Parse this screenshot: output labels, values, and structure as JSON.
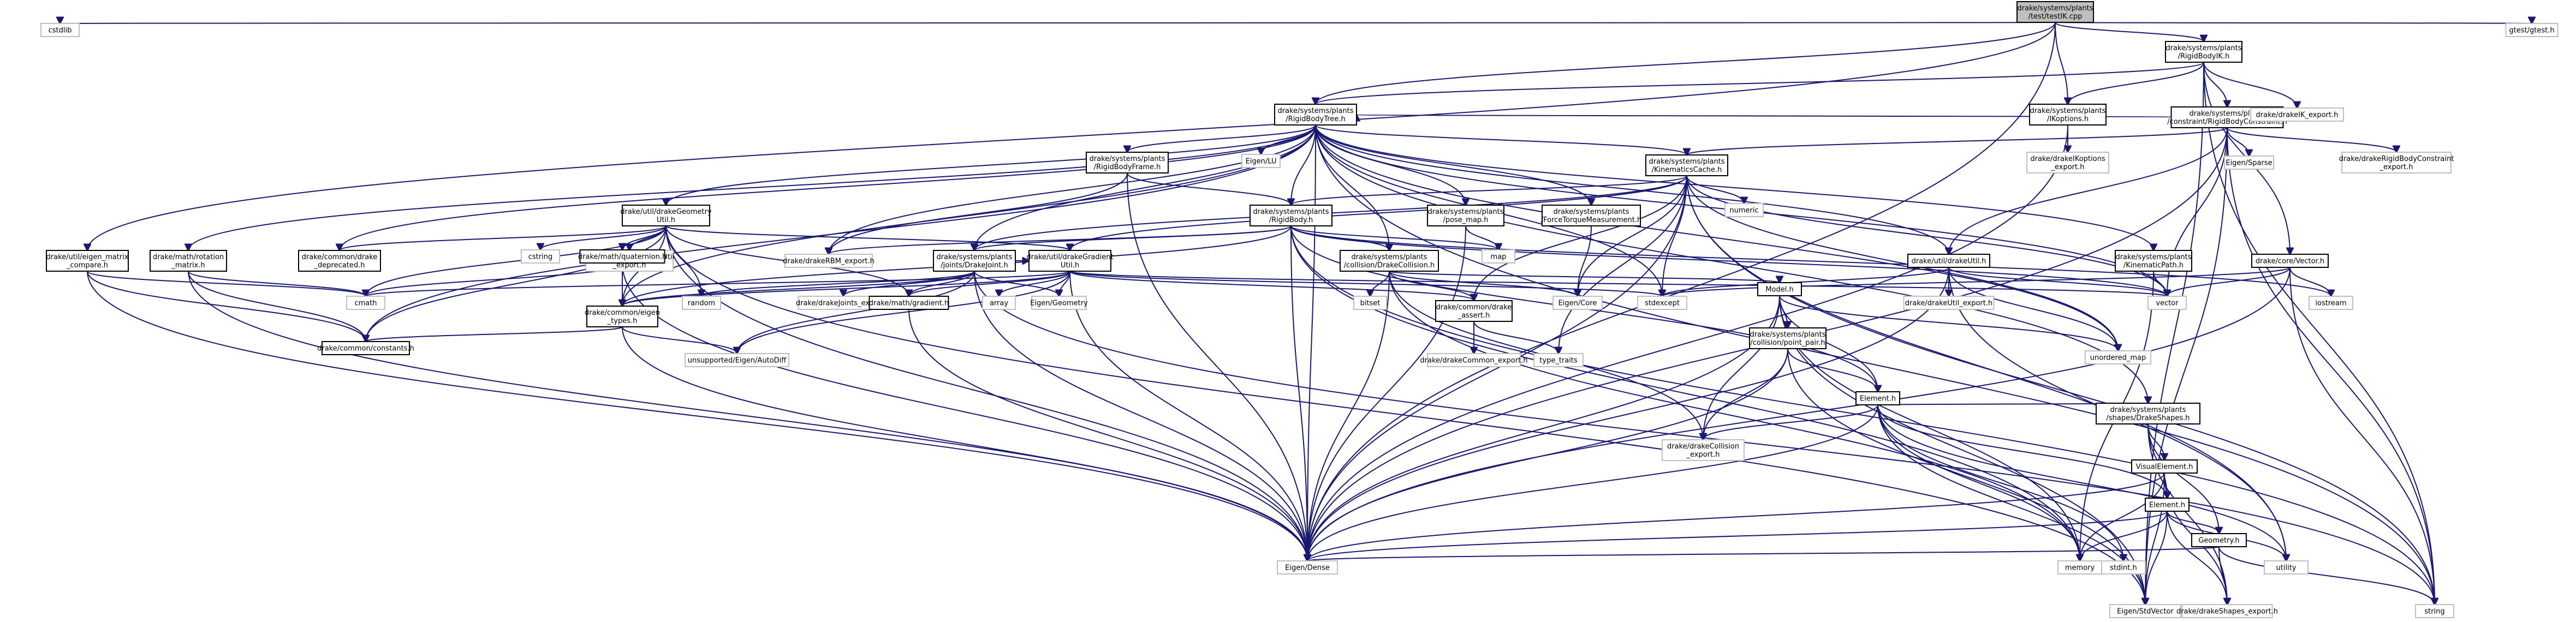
{
  "nodes": [
    {
      "id": "root",
      "lines": [
        "drake/systems/plants",
        "/test/testIK.cpp"
      ],
      "kind": "root"
    },
    {
      "id": "cstdlib",
      "lines": [
        "cstdlib"
      ],
      "kind": "external"
    },
    {
      "id": "gtest",
      "lines": [
        "gtest/gtest.h"
      ],
      "kind": "external"
    },
    {
      "id": "RigidBodyIK",
      "lines": [
        "drake/systems/plants",
        "/RigidBodyIK.h"
      ],
      "kind": "internal"
    },
    {
      "id": "RigidBodyTree",
      "lines": [
        "drake/systems/plants",
        "/RigidBodyTree.h"
      ],
      "kind": "internal"
    },
    {
      "id": "IKoptions",
      "lines": [
        "drake/systems/plants",
        "/IKoptions.h"
      ],
      "kind": "internal"
    },
    {
      "id": "RBC",
      "lines": [
        "drake/systems/plants",
        "/constraint/RigidBodyConstraint.h"
      ],
      "kind": "internal"
    },
    {
      "id": "drakeIK_export",
      "lines": [
        "drake/drakeIK_export.h"
      ],
      "kind": "external"
    },
    {
      "id": "eigen_matrix_compare",
      "lines": [
        "drake/util/eigen_matrix",
        "_compare.h"
      ],
      "kind": "internal"
    },
    {
      "id": "EigenLU",
      "lines": [
        "Eigen/LU"
      ],
      "kind": "external"
    },
    {
      "id": "RigidBodyFrame",
      "lines": [
        "drake/systems/plants",
        "/RigidBodyFrame.h"
      ],
      "kind": "internal"
    },
    {
      "id": "KinematicsCache",
      "lines": [
        "drake/systems/plants",
        "/KinematicsCache.h"
      ],
      "kind": "internal"
    },
    {
      "id": "drakeIKoptions_export",
      "lines": [
        "drake/drakeIKoptions",
        "_export.h"
      ],
      "kind": "external"
    },
    {
      "id": "EigenSparse",
      "lines": [
        "Eigen/Sparse"
      ],
      "kind": "external"
    },
    {
      "id": "drakeRBC_export",
      "lines": [
        "drake/drakeRigidBodyConstraint",
        "_export.h"
      ],
      "kind": "external"
    },
    {
      "id": "drakeGeometryUtil",
      "lines": [
        "drake/util/drakeGeometry",
        "Util.h"
      ],
      "kind": "internal"
    },
    {
      "id": "RigidBody",
      "lines": [
        "drake/systems/plants",
        "/RigidBody.h"
      ],
      "kind": "internal"
    },
    {
      "id": "pose_map",
      "lines": [
        "drake/systems/plants",
        "/pose_map.h"
      ],
      "kind": "internal"
    },
    {
      "id": "ForceTorque",
      "lines": [
        "drake/systems/plants",
        "/ForceTorqueMeasurement.h"
      ],
      "kind": "internal"
    },
    {
      "id": "numeric",
      "lines": [
        "numeric"
      ],
      "kind": "external"
    },
    {
      "id": "drakeUtil",
      "lines": [
        "drake/util/drakeUtil.h"
      ],
      "kind": "internal"
    },
    {
      "id": "KinematicPath",
      "lines": [
        "drake/systems/plants",
        "/KinematicPath.h"
      ],
      "kind": "internal"
    },
    {
      "id": "VectorH",
      "lines": [
        "drake/core/Vector.h"
      ],
      "kind": "internal"
    },
    {
      "id": "rotation_matrix",
      "lines": [
        "drake/math/rotation",
        "_matrix.h"
      ],
      "kind": "internal"
    },
    {
      "id": "drake_deprecated",
      "lines": [
        "drake/common/drake",
        "_deprecated.h"
      ],
      "kind": "internal"
    },
    {
      "id": "drakeGeometryUtil_export",
      "lines": [
        "drake/drakeGeometryUtil",
        "_export.h"
      ],
      "kind": "external"
    },
    {
      "id": "cstring",
      "lines": [
        "cstring"
      ],
      "kind": "external"
    },
    {
      "id": "quaternion",
      "lines": [
        "drake/math/quaternion.h"
      ],
      "kind": "internal"
    },
    {
      "id": "drakeGradientUtil",
      "lines": [
        "drake/util/drakeGradient",
        "Util.h"
      ],
      "kind": "internal"
    },
    {
      "id": "DrakeJoint",
      "lines": [
        "drake/systems/plants",
        "/joints/DrakeJoint.h"
      ],
      "kind": "internal"
    },
    {
      "id": "DrakeCollision",
      "lines": [
        "drake/systems/plants",
        "/collision/DrakeCollision.h"
      ],
      "kind": "internal"
    },
    {
      "id": "drakeRBM_export",
      "lines": [
        "drake/drakeRBM_export.h"
      ],
      "kind": "external"
    },
    {
      "id": "map",
      "lines": [
        "map"
      ],
      "kind": "external"
    },
    {
      "id": "cmath",
      "lines": [
        "cmath"
      ],
      "kind": "external"
    },
    {
      "id": "eigen_types",
      "lines": [
        "drake/common/eigen",
        "_types.h"
      ],
      "kind": "internal"
    },
    {
      "id": "random",
      "lines": [
        "random"
      ],
      "kind": "external"
    },
    {
      "id": "drakeJoints_export",
      "lines": [
        "drake/drakeJoints_export.h"
      ],
      "kind": "external"
    },
    {
      "id": "gradient",
      "lines": [
        "drake/math/gradient.h"
      ],
      "kind": "internal"
    },
    {
      "id": "array",
      "lines": [
        "array"
      ],
      "kind": "external"
    },
    {
      "id": "EigenGeometry",
      "lines": [
        "Eigen/Geometry"
      ],
      "kind": "external"
    },
    {
      "id": "bitset",
      "lines": [
        "bitset"
      ],
      "kind": "external"
    },
    {
      "id": "drake_assert",
      "lines": [
        "drake/common/drake",
        "_assert.h"
      ],
      "kind": "internal"
    },
    {
      "id": "EigenCore",
      "lines": [
        "Eigen/Core"
      ],
      "kind": "external"
    },
    {
      "id": "stdexcept",
      "lines": [
        "stdexcept"
      ],
      "kind": "external"
    },
    {
      "id": "drakeUtil_export",
      "lines": [
        "drake/drakeUtil_export.h"
      ],
      "kind": "external"
    },
    {
      "id": "vector",
      "lines": [
        "vector"
      ],
      "kind": "external"
    },
    {
      "id": "iostream",
      "lines": [
        "iostream"
      ],
      "kind": "external"
    },
    {
      "id": "ModelH",
      "lines": [
        "Model.h"
      ],
      "kind": "internal"
    },
    {
      "id": "constants",
      "lines": [
        "drake/common/constants.h"
      ],
      "kind": "internal"
    },
    {
      "id": "AutoDiff",
      "lines": [
        "unsupported/Eigen/AutoDiff"
      ],
      "kind": "external"
    },
    {
      "id": "drakeCommon_export",
      "lines": [
        "drake/drakeCommon_export.h"
      ],
      "kind": "external"
    },
    {
      "id": "type_traits",
      "lines": [
        "type_traits"
      ],
      "kind": "external"
    },
    {
      "id": "point_pair",
      "lines": [
        "drake/systems/plants",
        "/collision/point_pair.h"
      ],
      "kind": "internal"
    },
    {
      "id": "unordered_map",
      "lines": [
        "unordered_map"
      ],
      "kind": "external"
    },
    {
      "id": "ElementH",
      "lines": [
        "Element.h"
      ],
      "kind": "internal"
    },
    {
      "id": "DrakeShapes",
      "lines": [
        "drake/systems/plants",
        "/shapes/DrakeShapes.h"
      ],
      "kind": "internal"
    },
    {
      "id": "drakeCollision_export",
      "lines": [
        "drake/drakeCollision",
        "_export.h"
      ],
      "kind": "external"
    },
    {
      "id": "VisualElement",
      "lines": [
        "VisualElement.h"
      ],
      "kind": "internal"
    },
    {
      "id": "Element2",
      "lines": [
        "Element.h"
      ],
      "kind": "internal"
    },
    {
      "id": "GeometryH",
      "lines": [
        "Geometry.h"
      ],
      "kind": "internal"
    },
    {
      "id": "EigenDense",
      "lines": [
        "Eigen/Dense"
      ],
      "kind": "external"
    },
    {
      "id": "memory",
      "lines": [
        "memory"
      ],
      "kind": "external"
    },
    {
      "id": "stdint",
      "lines": [
        "stdint.h"
      ],
      "kind": "external"
    },
    {
      "id": "utility",
      "lines": [
        "utility"
      ],
      "kind": "external"
    },
    {
      "id": "EigenStdVector",
      "lines": [
        "Eigen/StdVector"
      ],
      "kind": "external"
    },
    {
      "id": "drakeShapes_export",
      "lines": [
        "drake/drakeShapes_export.h"
      ],
      "kind": "external"
    },
    {
      "id": "string",
      "lines": [
        "string"
      ],
      "kind": "external"
    }
  ],
  "edges": [
    [
      "root",
      "cstdlib"
    ],
    [
      "root",
      "gtest"
    ],
    [
      "root",
      "RigidBodyIK"
    ],
    [
      "root",
      "RigidBodyTree"
    ],
    [
      "root",
      "IKoptions"
    ],
    [
      "root",
      "eigen_matrix_compare"
    ],
    [
      "root",
      "EigenDense"
    ],
    [
      "RigidBodyIK",
      "drakeIK_export"
    ],
    [
      "RigidBodyIK",
      "IKoptions"
    ],
    [
      "RigidBodyIK",
      "RBC"
    ],
    [
      "RigidBodyIK",
      "VectorH"
    ],
    [
      "RigidBodyIK",
      "string"
    ],
    [
      "RigidBodyIK",
      "EigenStdVector"
    ],
    [
      "RigidBodyIK",
      "RigidBodyTree"
    ],
    [
      "IKoptions",
      "drakeIKoptions_export"
    ],
    [
      "IKoptions",
      "EigenDense"
    ],
    [
      "RBC",
      "EigenSparse"
    ],
    [
      "RBC",
      "drakeRBC_export"
    ],
    [
      "RBC",
      "KinematicsCache"
    ],
    [
      "RBC",
      "drakeUtil"
    ],
    [
      "RBC",
      "vector"
    ],
    [
      "RBC",
      "string"
    ],
    [
      "RBC",
      "EigenDense"
    ],
    [
      "RBC",
      "EigenStdVector"
    ],
    [
      "RBC",
      "RigidBodyTree"
    ],
    [
      "eigen_matrix_compare",
      "cmath"
    ],
    [
      "eigen_matrix_compare",
      "EigenDense"
    ],
    [
      "eigen_matrix_compare",
      "constants"
    ],
    [
      "RigidBodyTree",
      "EigenLU"
    ],
    [
      "RigidBodyTree",
      "RigidBodyFrame"
    ],
    [
      "RigidBodyTree",
      "KinematicsCache"
    ],
    [
      "RigidBodyTree",
      "drakeGeometryUtil"
    ],
    [
      "RigidBodyTree",
      "RigidBody"
    ],
    [
      "RigidBodyTree",
      "pose_map"
    ],
    [
      "RigidBodyTree",
      "ForceTorque"
    ],
    [
      "RigidBodyTree",
      "drakeUtil"
    ],
    [
      "RigidBodyTree",
      "KinematicPath"
    ],
    [
      "RigidBodyTree",
      "rotation_matrix"
    ],
    [
      "RigidBodyTree",
      "drake_deprecated"
    ],
    [
      "RigidBodyTree",
      "DrakeJoint"
    ],
    [
      "RigidBodyTree",
      "DrakeCollision"
    ],
    [
      "RigidBodyTree",
      "drakeRBM_export"
    ],
    [
      "RigidBodyTree",
      "set"
    ],
    [
      "RigidBodyTree",
      "EigenDense"
    ],
    [
      "RigidBodyTree",
      "eigen_types"
    ],
    [
      "RigidBodyTree",
      "DrakeShapes"
    ],
    [
      "RigidBodyTree",
      "stdexcept"
    ],
    [
      "RigidBodyTree",
      "unordered_map"
    ],
    [
      "RigidBodyTree",
      "string"
    ],
    [
      "RigidBodyTree",
      "vector"
    ],
    [
      "RigidBodyTree",
      "constants"
    ],
    [
      "RigidBodyFrame",
      "RigidBody"
    ],
    [
      "RigidBodyFrame",
      "EigenDense"
    ],
    [
      "RigidBodyFrame",
      "drakeRBM_export"
    ],
    [
      "KinematicsCache",
      "numeric"
    ],
    [
      "KinematicsCache",
      "RigidBody"
    ],
    [
      "KinematicsCache",
      "drakeGradientUtil"
    ],
    [
      "KinematicsCache",
      "DrakeJoint"
    ],
    [
      "KinematicsCache",
      "EigenCore"
    ],
    [
      "KinematicsCache",
      "stdexcept"
    ],
    [
      "KinematicsCache",
      "unordered_map"
    ],
    [
      "KinematicsCache",
      "utility"
    ],
    [
      "KinematicsCache",
      "vector"
    ],
    [
      "KinematicsCache",
      "string"
    ],
    [
      "KinematicsCache",
      "drake_assert"
    ],
    [
      "KinematicsCache",
      "EigenDense"
    ],
    [
      "KinematicsCache",
      "type_traits"
    ],
    [
      "KinematicsCache",
      "set"
    ],
    [
      "drakeGeometryUtil",
      "drake_deprecated"
    ],
    [
      "drakeGeometryUtil",
      "drakeGeometryUtil_export"
    ],
    [
      "drakeGeometryUtil",
      "cstring"
    ],
    [
      "drakeGeometryUtil",
      "quaternion"
    ],
    [
      "drakeGeometryUtil",
      "drakeGradientUtil"
    ],
    [
      "drakeGeometryUtil",
      "cmath"
    ],
    [
      "drakeGeometryUtil",
      "eigen_types"
    ],
    [
      "drakeGeometryUtil",
      "random"
    ],
    [
      "drakeGeometryUtil",
      "gradient"
    ],
    [
      "drakeGeometryUtil",
      "constants"
    ],
    [
      "drakeGeometryUtil",
      "EigenDense"
    ],
    [
      "drakeGeometryUtil",
      "EigenStdVector"
    ],
    [
      "rotation_matrix",
      "cmath"
    ],
    [
      "rotation_matrix",
      "EigenDense"
    ],
    [
      "rotation_matrix",
      "constants"
    ],
    [
      "quaternion",
      "cmath"
    ],
    [
      "quaternion",
      "EigenDense"
    ],
    [
      "quaternion",
      "eigen_types"
    ],
    [
      "RigidBody",
      "drakeRBM_export"
    ],
    [
      "RigidBody",
      "DrakeJoint"
    ],
    [
      "RigidBody",
      "DrakeCollision"
    ],
    [
      "RigidBody",
      "map"
    ],
    [
      "RigidBody",
      "set"
    ],
    [
      "RigidBody",
      "EigenDense"
    ],
    [
      "RigidBody",
      "ElementH"
    ],
    [
      "RigidBody",
      "eigen_types"
    ],
    [
      "RigidBody",
      "vector"
    ],
    [
      "RigidBody",
      "string"
    ],
    [
      "RigidBody",
      "memory"
    ],
    [
      "RigidBody",
      "iostream"
    ],
    [
      "pose_map",
      "map"
    ],
    [
      "pose_map",
      "EigenDense"
    ],
    [
      "ForceTorque",
      "EigenCore"
    ],
    [
      "drakeGradientUtil",
      "array"
    ],
    [
      "drakeGradientUtil",
      "EigenGeometry"
    ],
    [
      "drakeGradientUtil",
      "gradient"
    ],
    [
      "drakeGradientUtil",
      "AutoDiff"
    ],
    [
      "drakeGradientUtil",
      "EigenDense"
    ],
    [
      "drakeGradientUtil",
      "stdexcept"
    ],
    [
      "drakeGradientUtil",
      "cmath"
    ],
    [
      "drakeGradientUtil",
      "drake_assert"
    ],
    [
      "drakeGradientUtil",
      "vector"
    ],
    [
      "drakeGradientUtil",
      "eigen_types"
    ],
    [
      "DrakeJoint",
      "drakeJoints_export"
    ],
    [
      "DrakeJoint",
      "random"
    ],
    [
      "DrakeJoint",
      "eigen_types"
    ],
    [
      "DrakeJoint",
      "gradient"
    ],
    [
      "DrakeJoint",
      "AutoDiff"
    ],
    [
      "DrakeJoint",
      "EigenDense"
    ],
    [
      "DrakeJoint",
      "EigenGeometry"
    ],
    [
      "DrakeJoint",
      "drakeGradientUtil"
    ],
    [
      "DrakeJoint",
      "string"
    ],
    [
      "DrakeCollision",
      "bitset"
    ],
    [
      "DrakeCollision",
      "drake_assert"
    ],
    [
      "DrakeCollision",
      "EigenCore"
    ],
    [
      "DrakeCollision",
      "ModelH"
    ],
    [
      "DrakeCollision",
      "set"
    ],
    [
      "DrakeCollision",
      "drakeCollision_export"
    ],
    [
      "DrakeCollision",
      "EigenDense"
    ],
    [
      "DrakeCollision",
      "memory"
    ],
    [
      "eigen_types",
      "EigenDense"
    ],
    [
      "eigen_types",
      "AutoDiff"
    ],
    [
      "eigen_types",
      "constants"
    ],
    [
      "gradient",
      "EigenDense"
    ],
    [
      "drake_assert",
      "drakeCommon_export"
    ],
    [
      "drake_assert",
      "type_traits"
    ],
    [
      "drakeUtil",
      "drakeUtil_export"
    ],
    [
      "drakeUtil",
      "stdexcept"
    ],
    [
      "drakeUtil",
      "vector"
    ],
    [
      "drakeUtil",
      "unordered_map"
    ],
    [
      "drakeUtil",
      "EigenDense"
    ],
    [
      "drakeUtil",
      "set"
    ],
    [
      "drakeUtil",
      "utility"
    ],
    [
      "KinematicPath",
      "vector"
    ],
    [
      "KinematicPath",
      "memory"
    ],
    [
      "VectorH",
      "stdexcept"
    ],
    [
      "VectorH",
      "vector"
    ],
    [
      "VectorH",
      "iostream"
    ],
    [
      "VectorH",
      "string"
    ],
    [
      "VectorH",
      "EigenDense"
    ],
    [
      "ModelH",
      "unordered_map"
    ],
    [
      "ModelH",
      "point_pair"
    ],
    [
      "ModelH",
      "ElementH"
    ],
    [
      "ModelH",
      "drakeCollision_export"
    ],
    [
      "ModelH",
      "memory"
    ],
    [
      "ModelH",
      "EigenDense"
    ],
    [
      "ModelH",
      "EigenStdVector"
    ],
    [
      "point_pair",
      "EigenDense"
    ],
    [
      "point_pair",
      "drakeCollision_export"
    ],
    [
      "point_pair",
      "ElementH"
    ],
    [
      "point_pair",
      "EigenStdVector"
    ],
    [
      "ElementH",
      "drakeCollision_export"
    ],
    [
      "ElementH",
      "DrakeShapes"
    ],
    [
      "ElementH",
      "EigenDense"
    ],
    [
      "ElementH",
      "memory"
    ],
    [
      "ElementH",
      "stdint"
    ],
    [
      "ElementH",
      "utility"
    ],
    [
      "ElementH",
      "EigenStdVector"
    ],
    [
      "ElementH",
      "Element2"
    ],
    [
      "DrakeShapes",
      "VisualElement"
    ],
    [
      "DrakeShapes",
      "GeometryH"
    ],
    [
      "DrakeShapes",
      "Element2"
    ],
    [
      "DrakeShapes",
      "drakeShapes_export"
    ],
    [
      "VisualElement",
      "Element2"
    ],
    [
      "VisualElement",
      "EigenDense"
    ],
    [
      "VisualElement",
      "memory"
    ],
    [
      "VisualElement",
      "EigenStdVector"
    ],
    [
      "VisualElement",
      "drakeShapes_export"
    ],
    [
      "Element2",
      "GeometryH"
    ],
    [
      "Element2",
      "EigenDense"
    ],
    [
      "Element2",
      "memory"
    ],
    [
      "Element2",
      "utility"
    ],
    [
      "Element2",
      "EigenStdVector"
    ],
    [
      "Element2",
      "drakeShapes_export"
    ],
    [
      "GeometryH",
      "EigenDense"
    ],
    [
      "GeometryH",
      "string"
    ],
    [
      "GeometryH",
      "drakeShapes_export"
    ]
  ],
  "legend_colors": {
    "edge": "#191970",
    "internal_border": "#000000",
    "external_border": "#bfbfbf",
    "root_fill": "#bfbfbf"
  }
}
